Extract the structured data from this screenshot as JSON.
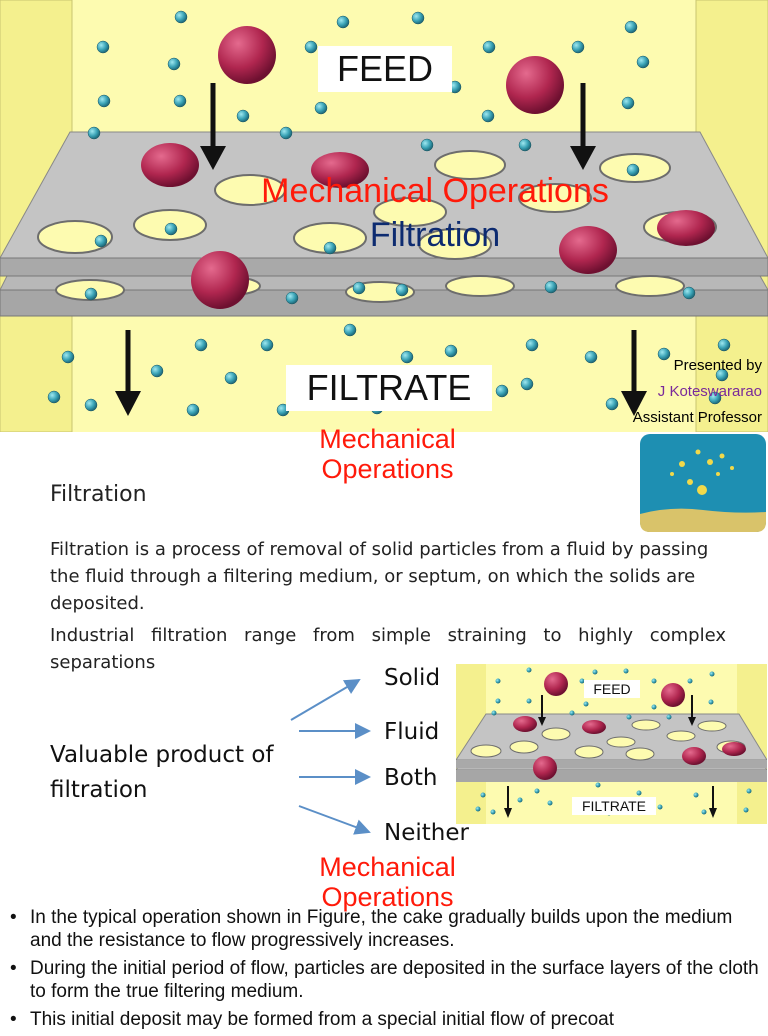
{
  "slide1": {
    "feed_label": "FEED",
    "filtrate_label": "FILTRATE",
    "title": "Mechanical Operations",
    "subtitle": "Filtration",
    "presenter_intro": "Presented by",
    "presenter_name": "J Koteswararao",
    "presenter_role": "Assistant Professor",
    "colors": {
      "background": "#fdfbb0",
      "title": "#ff1a0a",
      "subtitle": "#0d2b70",
      "name": "#7a2a9a"
    }
  },
  "slide2": {
    "header_line1": "Mechanical",
    "header_line2": "Operations",
    "heading": "Filtration",
    "paragraph1": "Filtration is a process of removal of solid particles from a fluid by passing the fluid through a filtering medium, or septum, on which the solids are deposited.",
    "paragraph2": "Industrial filtration range from simple straining to highly complex separations",
    "valuable_label": "Valuable product of filtration",
    "options": [
      "Solid",
      "Fluid",
      "Both",
      "Neither"
    ],
    "thumb_feed": "FEED",
    "thumb_filtrate": "FILTRATE",
    "icon": "seabed-sediment-icon"
  },
  "slide3": {
    "header_line1": "Mechanical",
    "header_line2": "Operations",
    "bullets": [
      "In the typical operation shown in Figure, the cake gradually builds upon the medium and the resistance to flow progressively increases.",
      "During the initial period of flow, particles are deposited in the surface layers of the cloth to form the true filtering medium.",
      "This initial deposit may be formed from a special initial flow of precoat"
    ]
  }
}
